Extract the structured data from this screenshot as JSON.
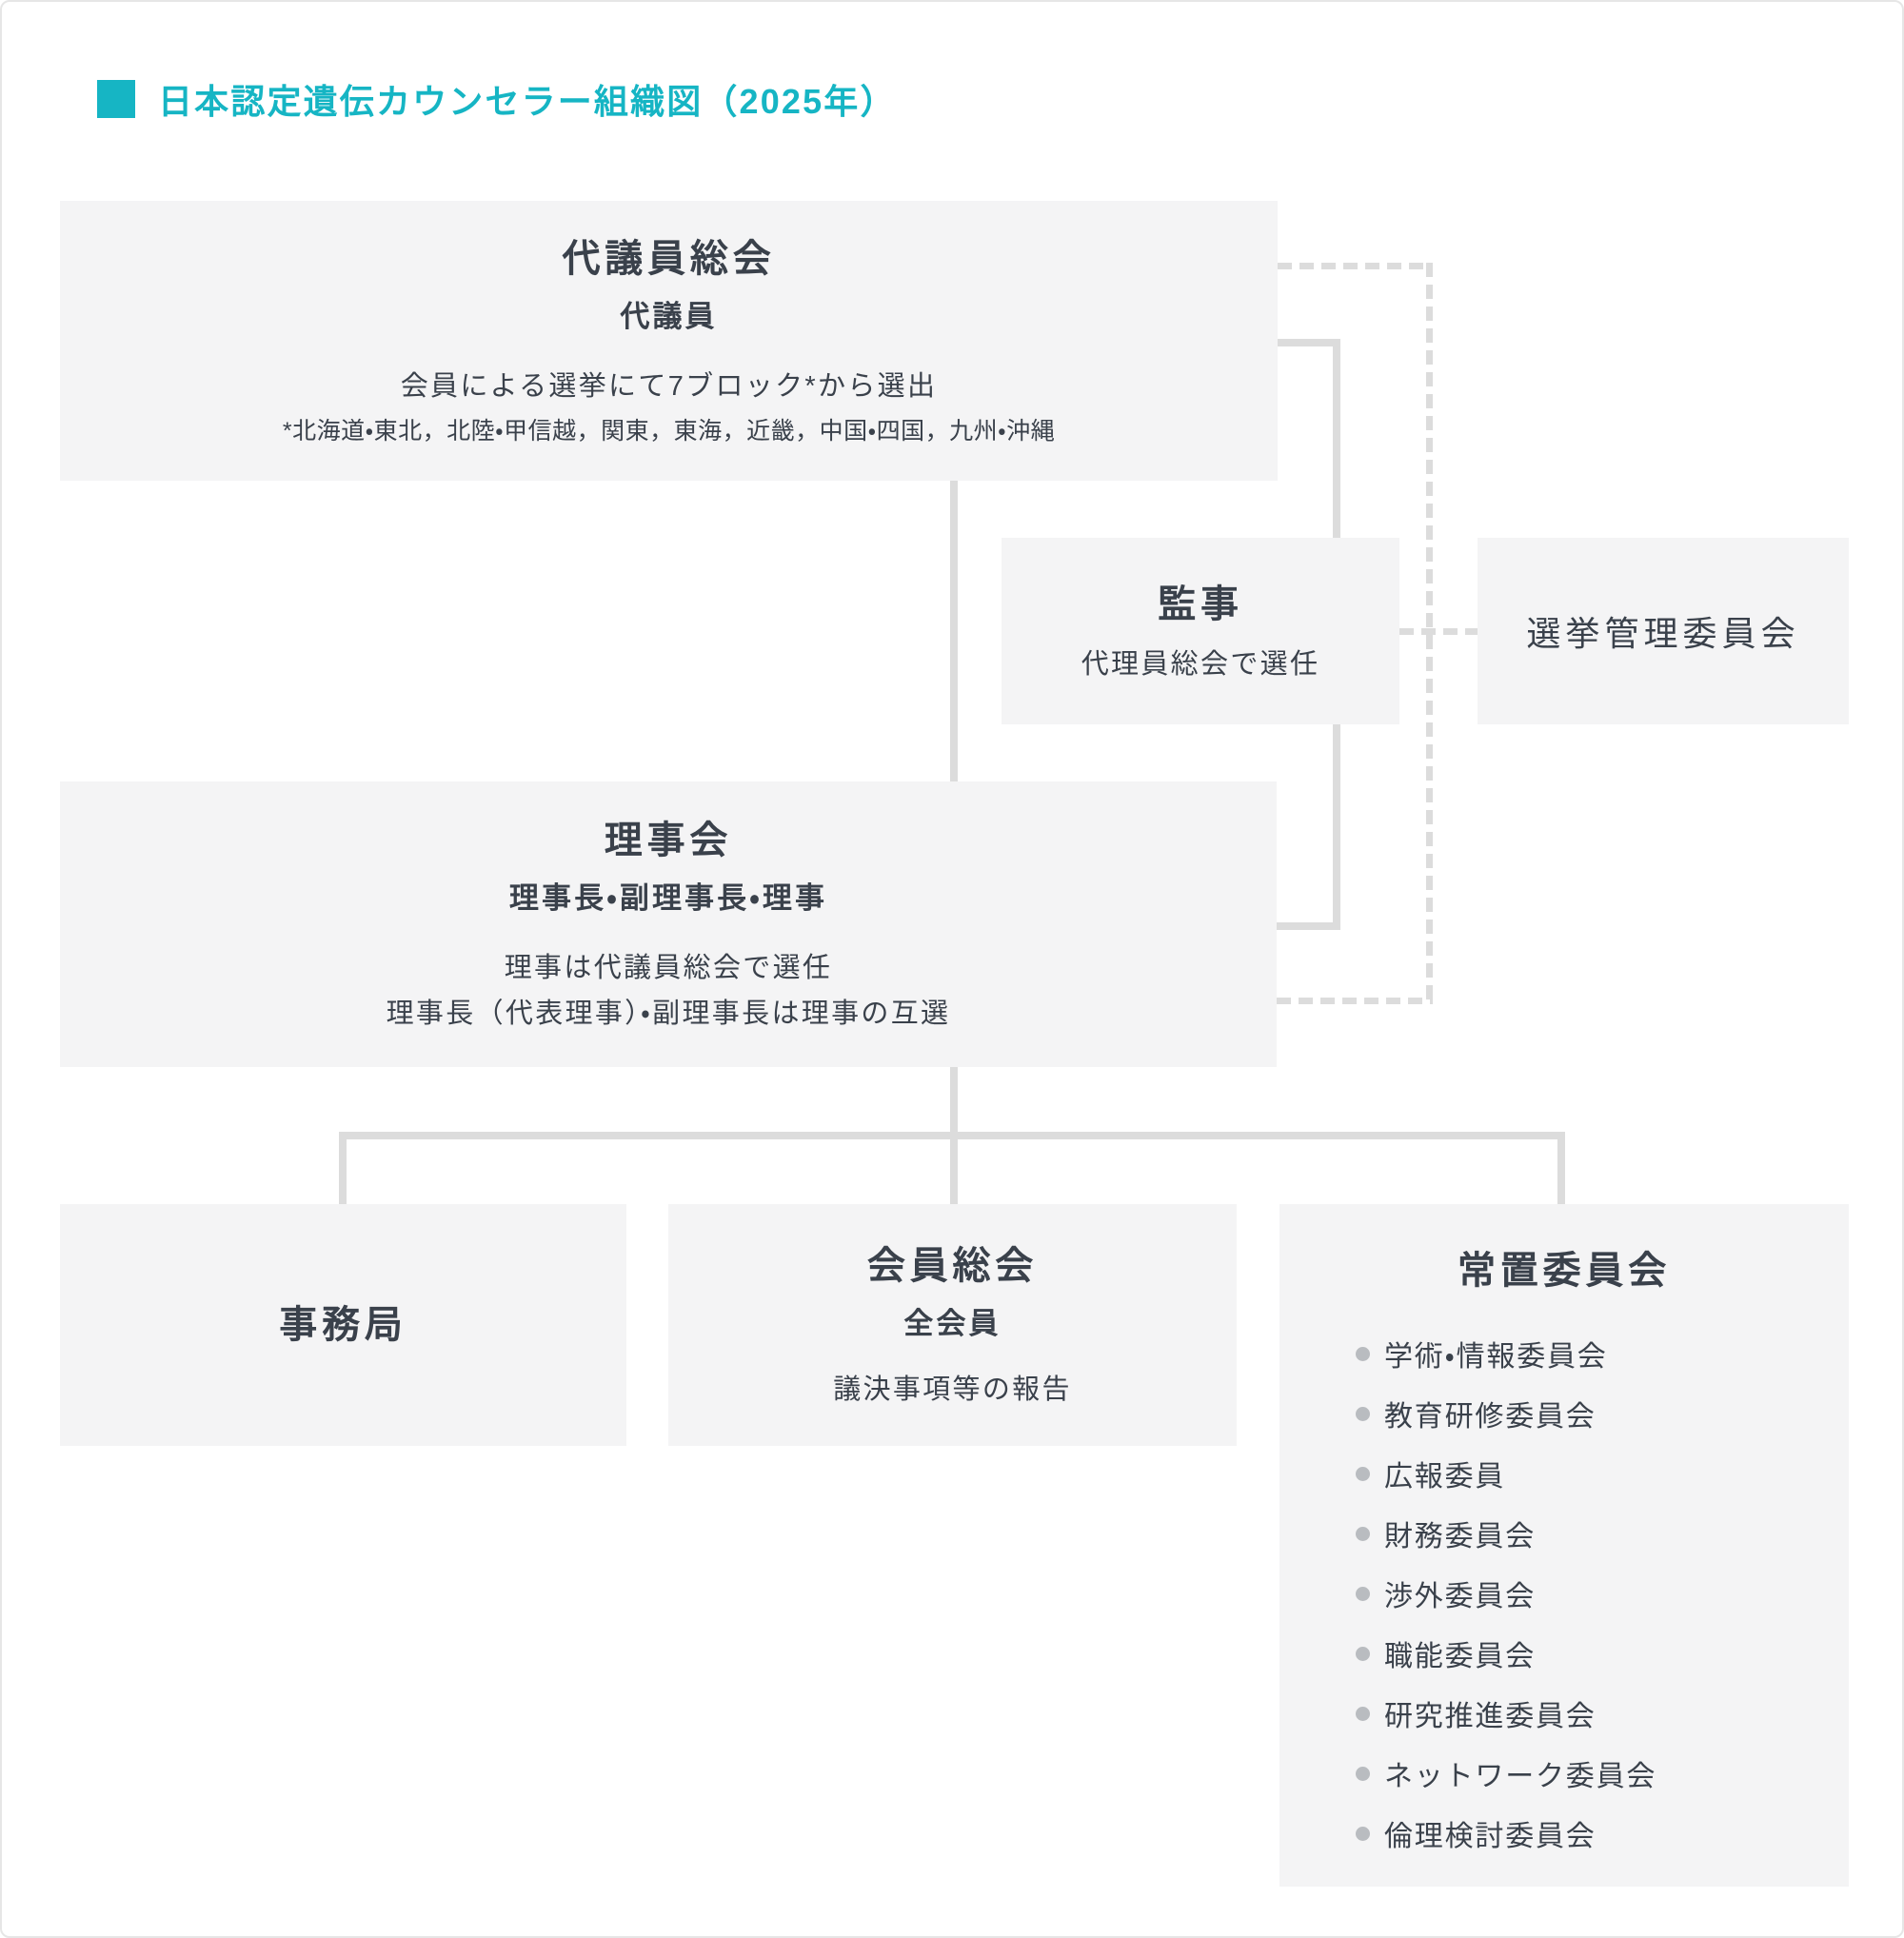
{
  "page": {
    "title": "日本認定遺伝カウンセラー組織図（2025年）"
  },
  "colors": {
    "accent": "#16b5c4",
    "text": "#3a414b",
    "box_bg": "#f4f4f5",
    "line": "#dcdcdc",
    "bullet": "#b9bcc0"
  },
  "nodes": {
    "daigiin_sokai": {
      "title": "代議員総会",
      "subtitle": "代議員",
      "body": "会員による選挙にて7ブロック*から選出",
      "note": "*北海道・東北，北陸・甲信越，関東，東海，近畿，中国・四国，九州・沖縄"
    },
    "kanji": {
      "title": "監事",
      "body": "代理員総会で選任"
    },
    "senkyo_kanri": {
      "title": "選挙管理委員会"
    },
    "rijikai": {
      "title": "理事会",
      "subtitle": "理事長・副理事長・理事",
      "body1": "理事は代議員総会で選任",
      "body2": "理事長（代表理事）・副理事長は理事の互選"
    },
    "jimukyoku": {
      "title": "事務局"
    },
    "kaiin_sokai": {
      "title": "会員総会",
      "subtitle": "全会員",
      "body": "議決事項等の報告"
    },
    "jochi_iinkai": {
      "title": "常置委員会",
      "items": [
        "学術・情報委員会",
        "教育研修委員会",
        "広報委員",
        "財務委員会",
        "渉外委員会",
        "職能委員会",
        "研究推進委員会",
        "ネットワーク委員会",
        "倫理検討委員会"
      ]
    }
  }
}
